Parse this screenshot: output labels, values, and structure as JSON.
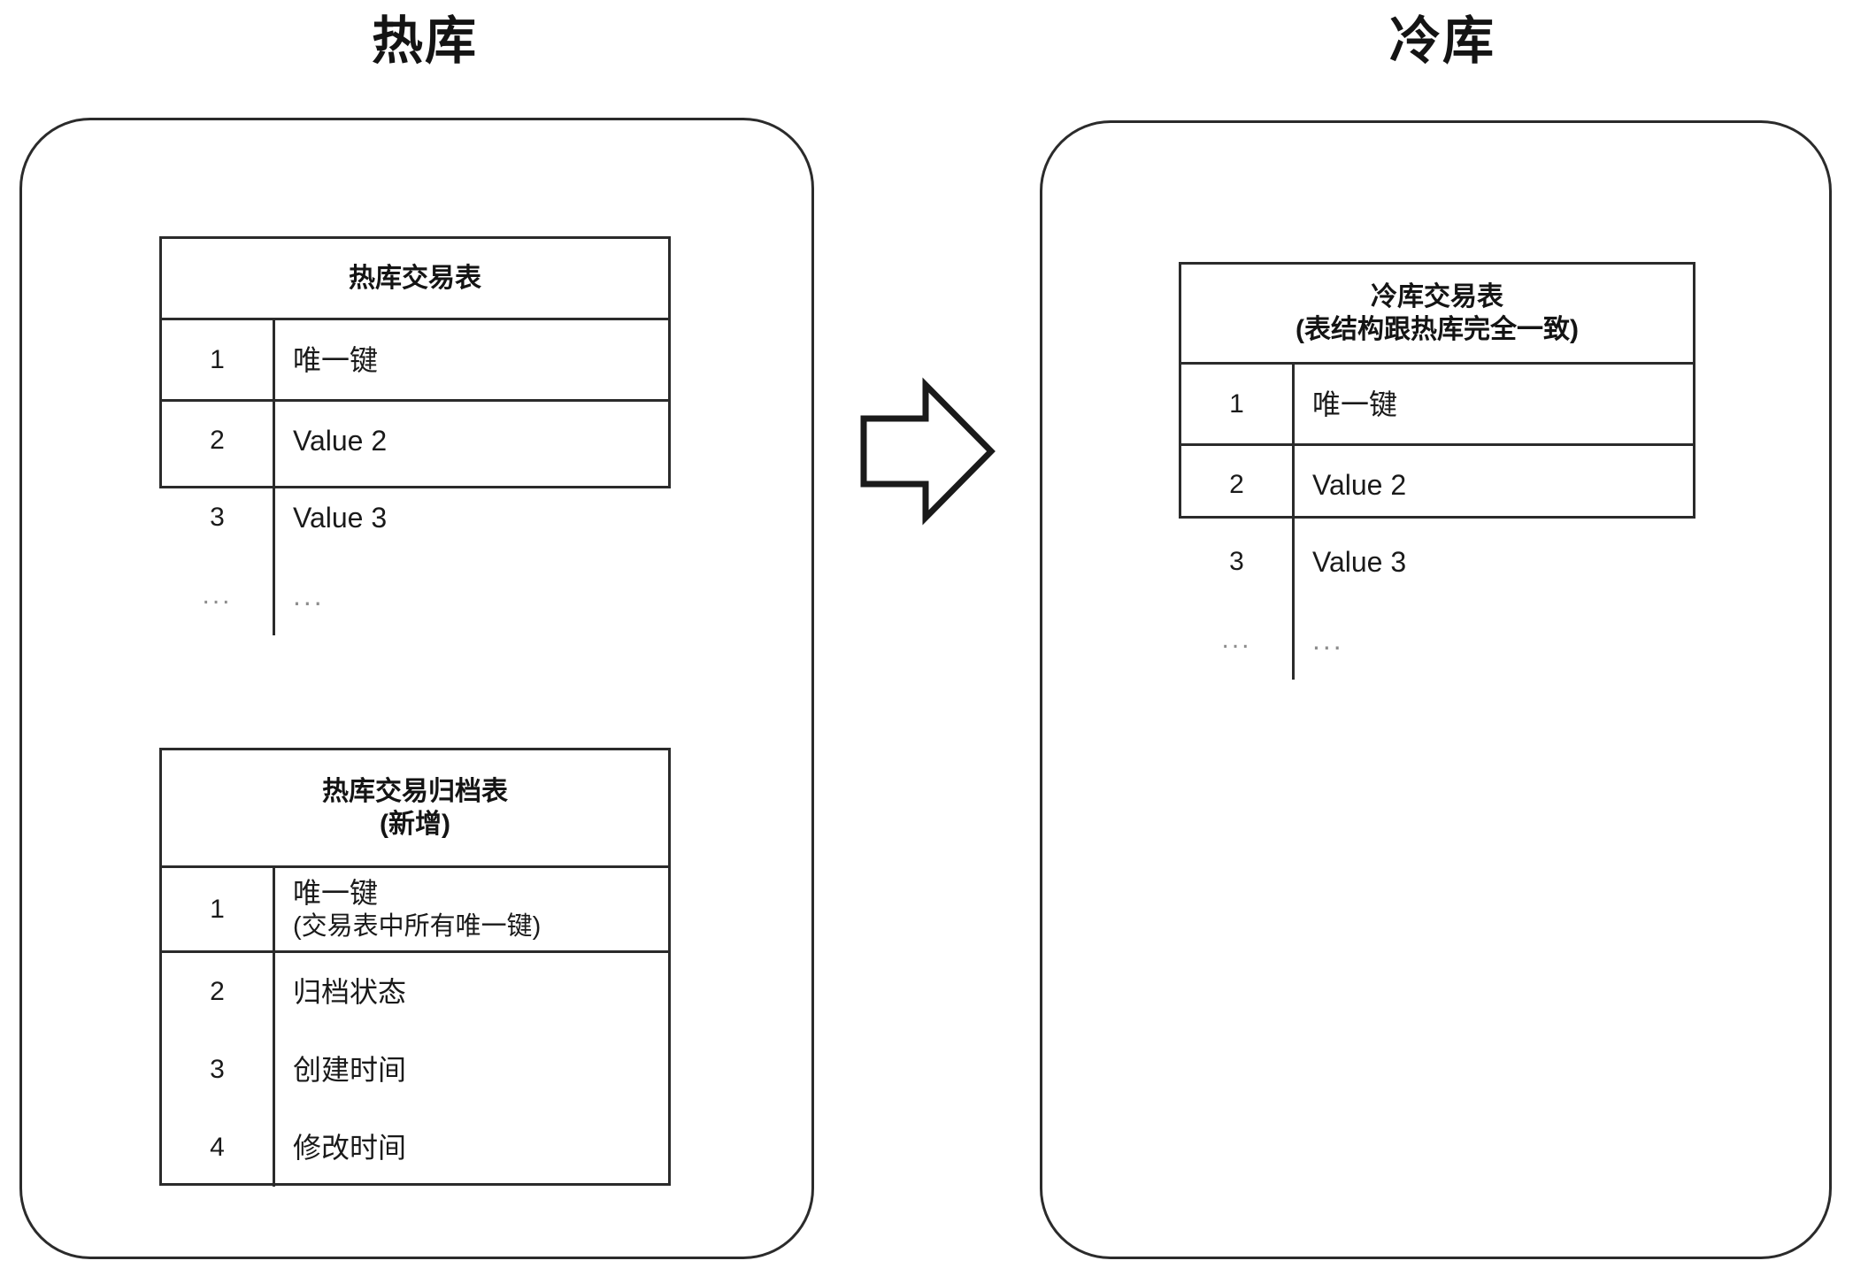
{
  "diagram": {
    "hot_store": {
      "title": "热库",
      "tables": [
        {
          "caption": "热库交易表",
          "caption_sub": "",
          "rows": [
            {
              "index": "1",
              "value": "唯一键",
              "value_sub": ""
            },
            {
              "index": "2",
              "value": "Value 2",
              "value_sub": ""
            },
            {
              "index": "3",
              "value": "Value 3",
              "value_sub": ""
            },
            {
              "index": "...",
              "value": "...",
              "value_sub": ""
            }
          ]
        },
        {
          "caption": "热库交易归档表",
          "caption_sub": "(新增)",
          "rows": [
            {
              "index": "1",
              "value": "唯一键",
              "value_sub": "(交易表中所有唯一键)"
            },
            {
              "index": "2",
              "value": "归档状态",
              "value_sub": ""
            },
            {
              "index": "3",
              "value": "创建时间",
              "value_sub": ""
            },
            {
              "index": "4",
              "value": "修改时间",
              "value_sub": ""
            }
          ]
        }
      ]
    },
    "cold_store": {
      "title": "冷库",
      "tables": [
        {
          "caption": "冷库交易表",
          "caption_sub": "(表结构跟热库完全一致)",
          "rows": [
            {
              "index": "1",
              "value": "唯一键",
              "value_sub": ""
            },
            {
              "index": "2",
              "value": "Value 2",
              "value_sub": ""
            },
            {
              "index": "3",
              "value": "Value 3",
              "value_sub": ""
            },
            {
              "index": "...",
              "value": "...",
              "value_sub": ""
            }
          ]
        }
      ]
    },
    "arrow": {
      "icon": "right-block-arrow-icon",
      "direction": "right"
    },
    "colors": {
      "stroke": "#2b2b2b",
      "text": "#1a1a1a",
      "muted_text": "#8d8d8d",
      "background": "#ffffff"
    }
  }
}
